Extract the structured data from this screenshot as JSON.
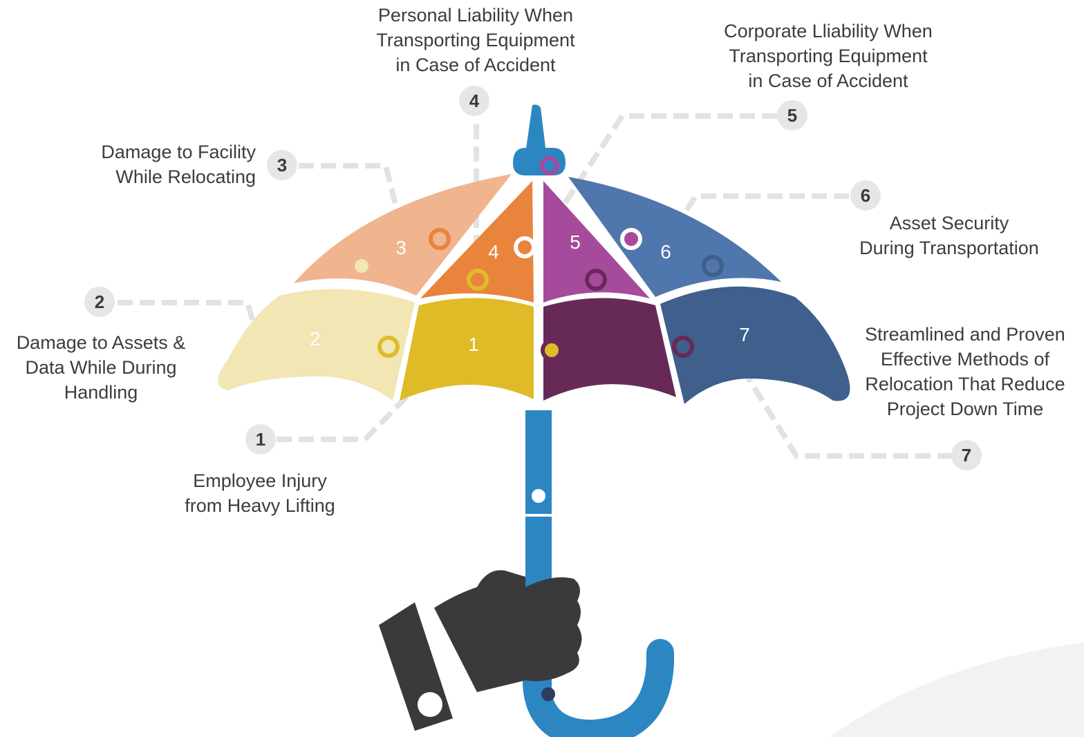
{
  "colors": {
    "seg1": "#dfbb28",
    "seg2": "#f1e6b4",
    "seg3": "#f0b48e",
    "seg4": "#e8843c",
    "seg5": "#a64a9c",
    "seg6": "#4f76ad",
    "seg7": "#3f5f8c",
    "seg_dark": "#672a58",
    "handle": "#2c86c2",
    "hand": "#3a3a3c",
    "connector": "#e2e2e2",
    "badge_bg": "#e6e6e6"
  },
  "icons": {
    "hand": "hand-holding-icon",
    "umbrella": "umbrella-icon"
  },
  "segments": [
    {
      "number": "1",
      "color_key": "seg1"
    },
    {
      "number": "2",
      "color_key": "seg2"
    },
    {
      "number": "3",
      "color_key": "seg3"
    },
    {
      "number": "4",
      "color_key": "seg4"
    },
    {
      "number": "5",
      "color_key": "seg5"
    },
    {
      "number": "6",
      "color_key": "seg6"
    },
    {
      "number": "7",
      "color_key": "seg7"
    }
  ],
  "items": [
    {
      "number": "1",
      "text": "Employee Injury\nfrom Heavy Lifting"
    },
    {
      "number": "2",
      "text": "Damage to Assets &\nData While During\nHandling"
    },
    {
      "number": "3",
      "text": "Damage to Facility\nWhile Relocating"
    },
    {
      "number": "4",
      "text": "Personal Liability When\nTransporting Equipment\nin Case of Accident"
    },
    {
      "number": "5",
      "text": "Corporate Lliability When\nTransporting Equipment\nin Case of Accident"
    },
    {
      "number": "6",
      "text": "Asset Security\nDuring Transportation"
    },
    {
      "number": "7",
      "text": "Streamlined and Proven\nEffective Methods of\nRelocation That Reduce\nProject Down Time"
    }
  ]
}
